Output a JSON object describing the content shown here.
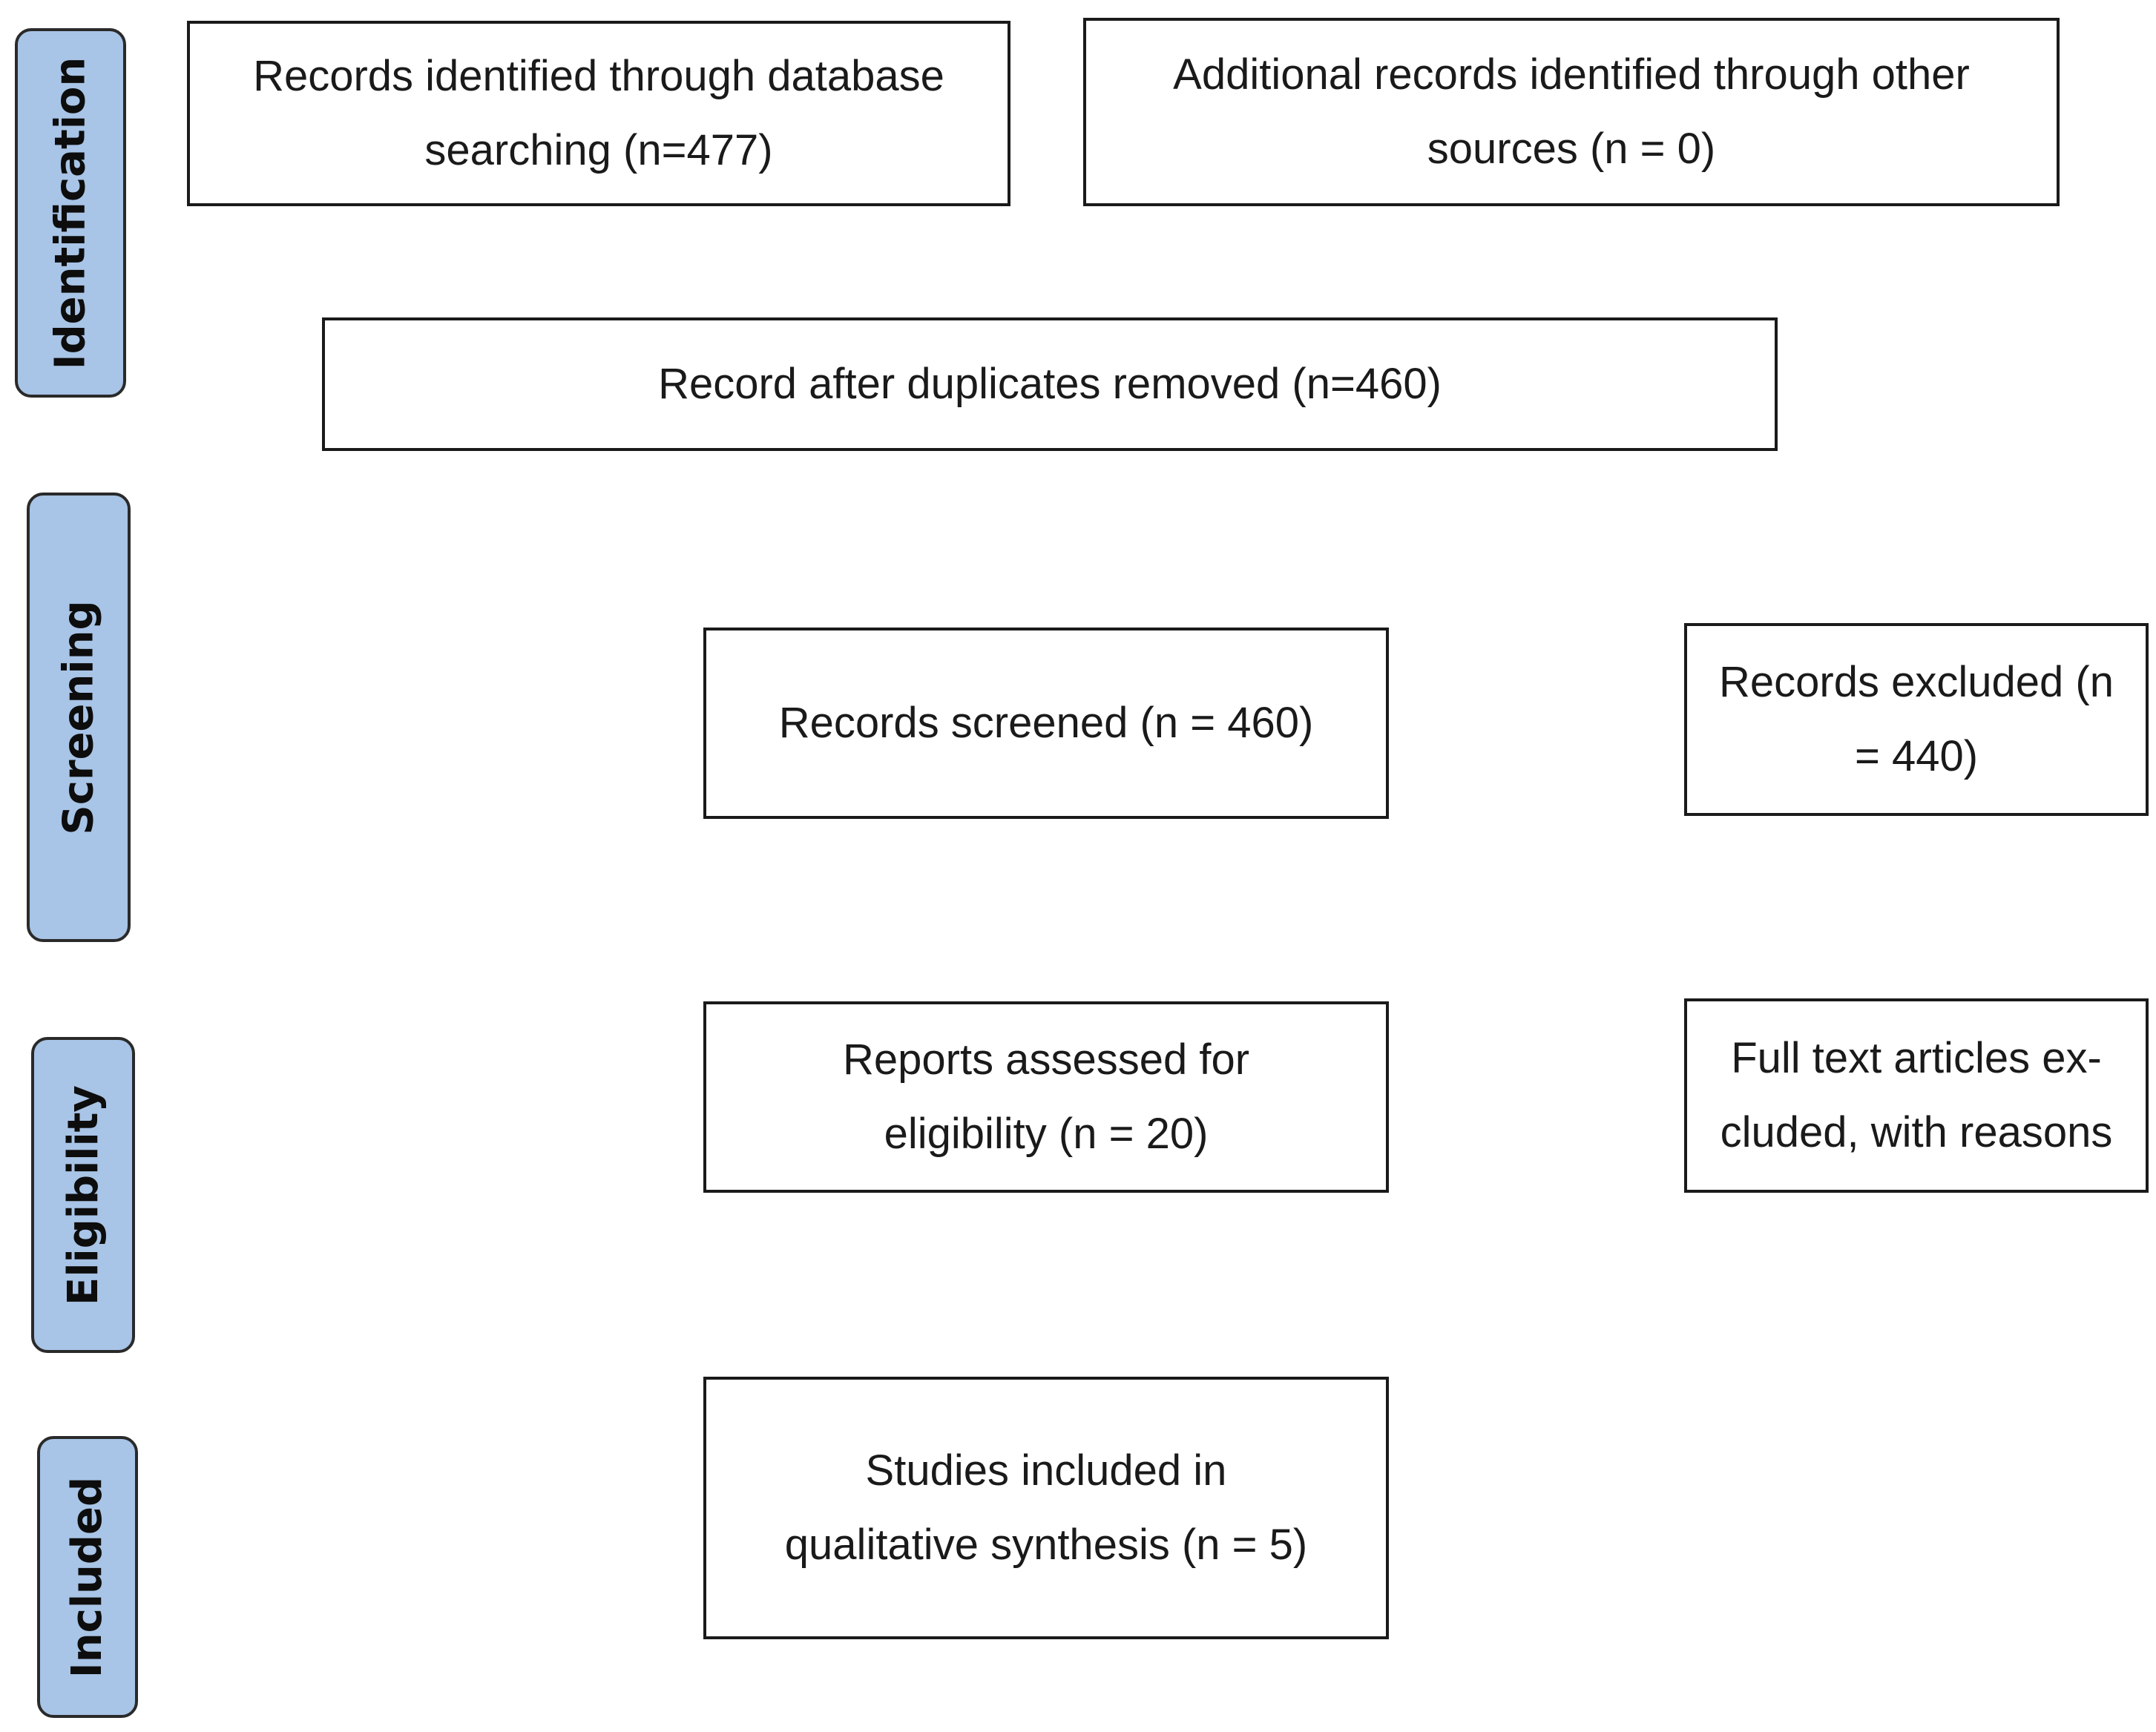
{
  "stages": {
    "identification": "Identification",
    "screening": "Screening",
    "eligibility": "Eligibility",
    "included": "Included"
  },
  "boxes": {
    "database_records": "Records identified through database searching (n=477)",
    "other_records": "Additional records identified through other sources (n = 0)",
    "after_duplicates": "Record after duplicates removed (n=460)",
    "screened": "Records screened (n = 460)",
    "excluded": "Records excluded (n = 440)",
    "assessed": "Reports assessed for eligibility (n = 20)",
    "fulltext_excluded": "Full text articles ex- cluded, with reasons",
    "included_studies": "Studies included in qualitative synthesis (n = 5)"
  },
  "colors": {
    "stage_fill": "#a8c4e6",
    "border": "#1a1a1a"
  }
}
